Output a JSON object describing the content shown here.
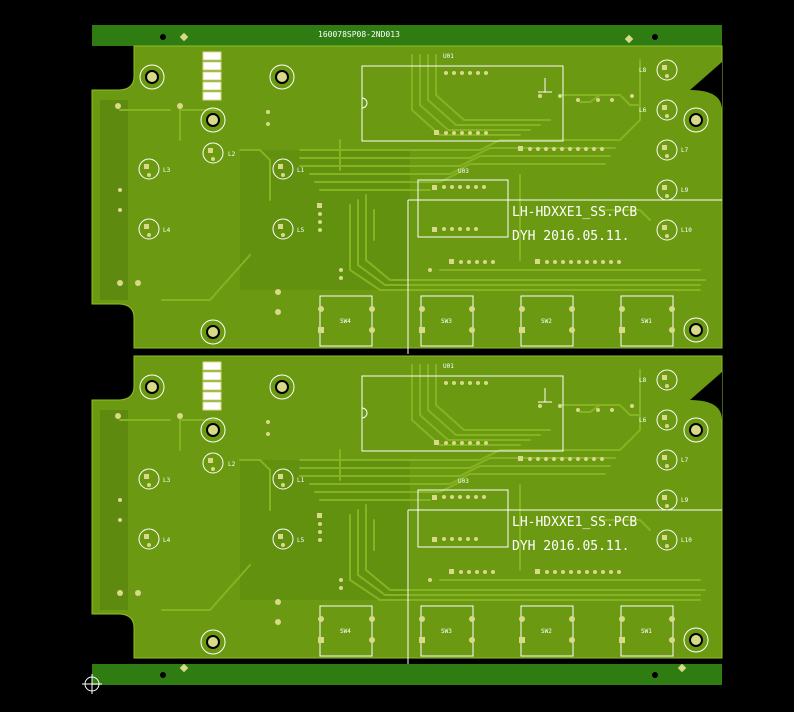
{
  "panel": {
    "header_code": "160078SP08-2ND013",
    "board_title": "LH-HDXXE1_SS.PCB",
    "board_date": "DYH 2016.05.11.",
    "colors": {
      "background": "#000000",
      "board": "#6b9a12",
      "copper_pour": "#4f7a0c",
      "rail": "#2f7d12",
      "silkscreen": "#ffffff",
      "pad": "#d9d98a",
      "trace": "#86b321"
    }
  },
  "components": {
    "connector_pins": [
      "1",
      "2",
      "3",
      "4",
      "5"
    ],
    "upper_ic": "U01",
    "lower_ic": "U03",
    "switches": [
      "SW4",
      "SW3",
      "SW2",
      "SW1"
    ],
    "leds_left": [
      "L3",
      "L4"
    ],
    "leds_mid": [
      "L2",
      "L1",
      "L5"
    ],
    "leds_right": [
      "L8",
      "L6",
      "L7",
      "L9",
      "L10"
    ]
  }
}
